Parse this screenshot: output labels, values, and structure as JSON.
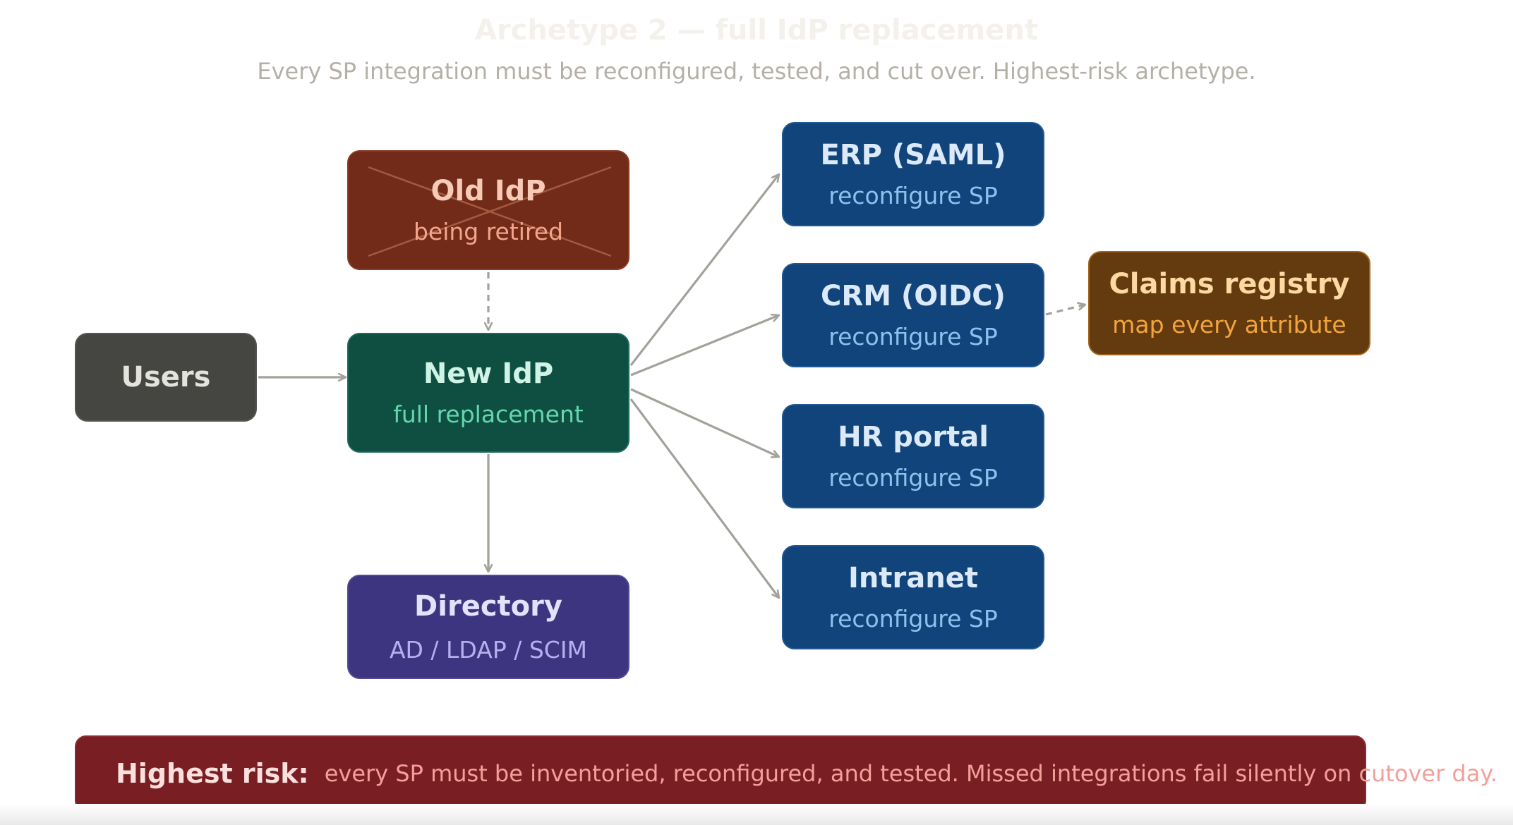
{
  "title": "Archetype 2 — full IdP replacement",
  "subtitle": "Every SP integration must be reconfigured, tested, and cut over. Highest-risk archetype.",
  "nodes": {
    "users": {
      "label": "Users"
    },
    "old_idp": {
      "label": "Old IdP",
      "sub": "being retired"
    },
    "new_idp": {
      "label": "New IdP",
      "sub": "full replacement"
    },
    "directory": {
      "label": "Directory",
      "sub": "AD / LDAP / SCIM"
    },
    "erp": {
      "label": "ERP (SAML)",
      "sub": "reconfigure SP"
    },
    "crm": {
      "label": "CRM (OIDC)",
      "sub": "reconfigure SP"
    },
    "hr": {
      "label": "HR portal",
      "sub": "reconfigure SP"
    },
    "intranet": {
      "label": "Intranet",
      "sub": "reconfigure SP"
    },
    "claims": {
      "label": "Claims registry",
      "sub": "map every attribute"
    }
  },
  "banner": {
    "bold": "Highest risk:",
    "text": "every SP must be inventoried, reconfigured, and tested. Missed integrations fail silently on cutover day."
  },
  "colors": {
    "edge": "#a3a19a",
    "old_idp": "#712b18",
    "new_idp": "#0e4f42",
    "directory": "#3d357f",
    "sp": "#11447a",
    "claims": "#633b0f",
    "banner": "#791f24"
  }
}
